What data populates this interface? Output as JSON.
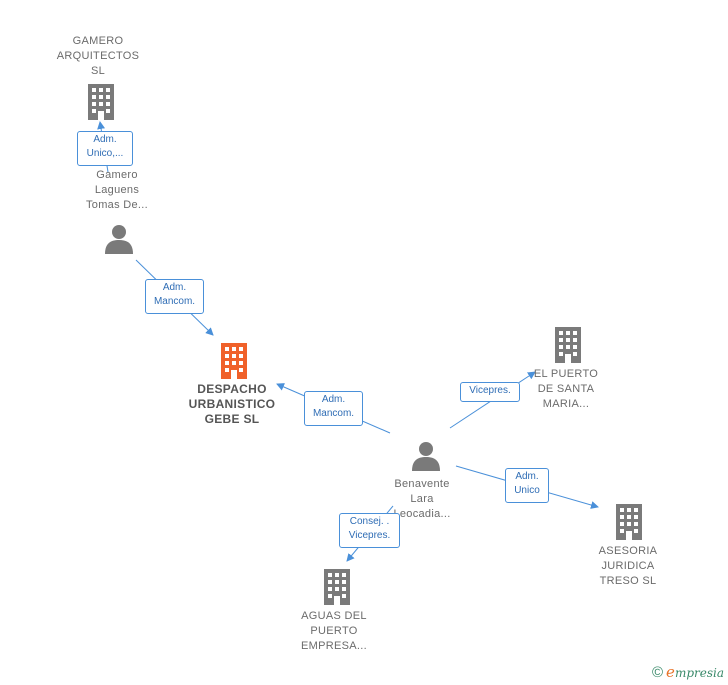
{
  "colors": {
    "edge": "#4a90d9",
    "building": "#7a7a7a",
    "building_main": "#f0612a",
    "person": "#7a7a7a"
  },
  "nodes": {
    "gamero": {
      "label": "GAMERO\nARQUITECTOS\nSL",
      "icon": "building-icon"
    },
    "person1": {
      "label": "Gamero\nLaguens\nTomas De...",
      "icon": "person-icon"
    },
    "despacho": {
      "label": "DESPACHO\nURBANISTICO\nGEBE  SL",
      "icon": "building-icon"
    },
    "puerto_santa": {
      "label": "EL PUERTO\nDE SANTA\nMARIA...",
      "icon": "building-icon"
    },
    "person2": {
      "label": "Benavente\nLara\nLeocadia...",
      "icon": "person-icon"
    },
    "asesoria": {
      "label": "ASESORIA\nJURIDICA\nTRESO  SL",
      "icon": "building-icon"
    },
    "aguas": {
      "label": "AGUAS DEL\nPUERTO\nEMPRESA...",
      "icon": "building-icon"
    }
  },
  "edges": {
    "e1": {
      "label": "Adm.\nUnico,..."
    },
    "e2": {
      "label": "Adm.\nMancom."
    },
    "e3": {
      "label": "Adm.\nMancom."
    },
    "e4": {
      "label": "Vicepres."
    },
    "e5": {
      "label": "Adm.\nUnico"
    },
    "e6": {
      "label": "Consej. .\nVicepres."
    }
  },
  "footer": {
    "copyright": "©",
    "brand_initial": "e",
    "brand_rest": "mpresia"
  }
}
